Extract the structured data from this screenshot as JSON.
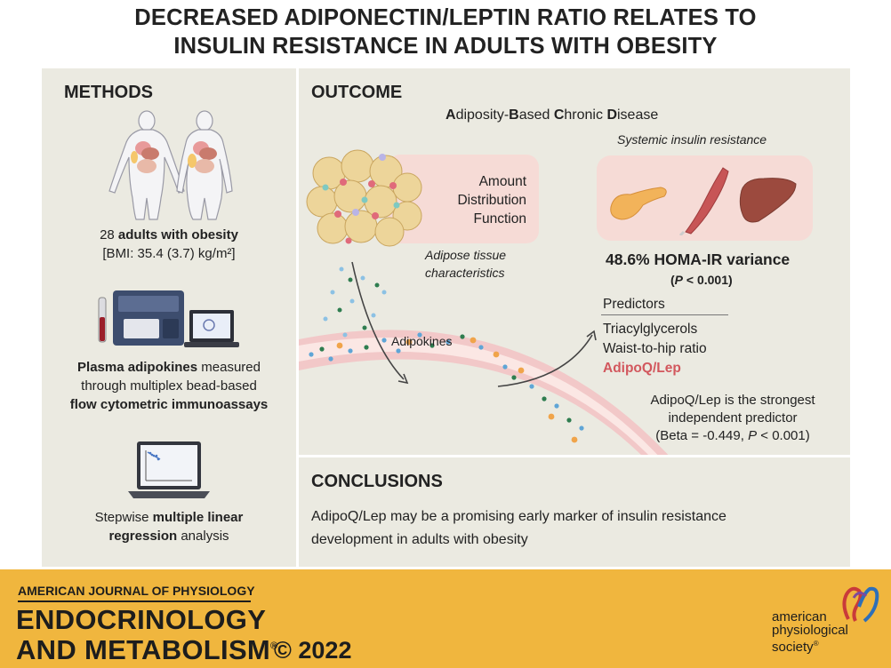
{
  "title": {
    "line1": "DECREASED ADIPONECTIN/LEPTIN RATIO RELATES TO",
    "line2": "INSULIN RESISTANCE IN ADULTS WITH OBESITY"
  },
  "methods": {
    "heading": "METHODS",
    "cohort": {
      "line1_pre": "28 ",
      "line1_bold": "adults with obesity",
      "line2": "[BMI: 35.4 (3.7) kg/m²]"
    },
    "assay": {
      "line1_bold": "Plasma adipokines",
      "line1_rest": " measured",
      "line2": "through multiplex bead-based",
      "line3_bold": "flow cytometric immunoassays"
    },
    "regression": {
      "line1_pre": "Stepwise ",
      "line1_bold": "multiple linear",
      "line2_bold": "regression",
      "line2_rest": " analysis"
    }
  },
  "outcome": {
    "heading": "OUTCOME",
    "disease": {
      "A": "A",
      "a_rest": "diposity-",
      "B": "B",
      "b_rest": "ased ",
      "C": "C",
      "c_rest": "hronic ",
      "D": "D",
      "d_rest": "isease"
    },
    "adipose_box": [
      "Amount",
      "Distribution",
      "Function"
    ],
    "adipose_caption": [
      "Adipose tissue",
      "characteristics"
    ],
    "adipokines_label": "Adipokines",
    "systemic_label": "Systemic insulin resistance",
    "homa_result": "48.6% HOMA-IR variance",
    "p_value": {
      "open": "(",
      "p": "P",
      "rest": " < 0.001)"
    },
    "predictors_header": "Predictors",
    "predictors": [
      "Triacylglycerols",
      "Waist-to-hip ratio"
    ],
    "predictor_highlight": "AdipoQ/Lep",
    "strongest": {
      "line1": "AdipoQ/Lep is the strongest",
      "line2": "independent predictor",
      "line3_pre": "(Beta = -0.449, ",
      "line3_p": "P",
      "line3_post": " < 0.001)"
    }
  },
  "conclusions": {
    "heading": "CONCLUSIONS",
    "line1": "AdipoQ/Lep may be a promising early marker of insulin resistance",
    "line2": "development in adults with obesity"
  },
  "footer": {
    "journal_small": "AMERICAN JOURNAL OF PHYSIOLOGY",
    "journal_line1": "ENDOCRINOLOGY",
    "journal_line2": "AND METABOLISM",
    "reg": "®",
    "year": "© 2022",
    "society": [
      "american",
      "physiological",
      "society"
    ],
    "society_reg": "®"
  },
  "colors": {
    "panel": "#ebeae1",
    "banner": "#f0b63e",
    "highlight": "#d2575d",
    "vessel": "#f2c8c8",
    "box": "#f6dbd6"
  }
}
